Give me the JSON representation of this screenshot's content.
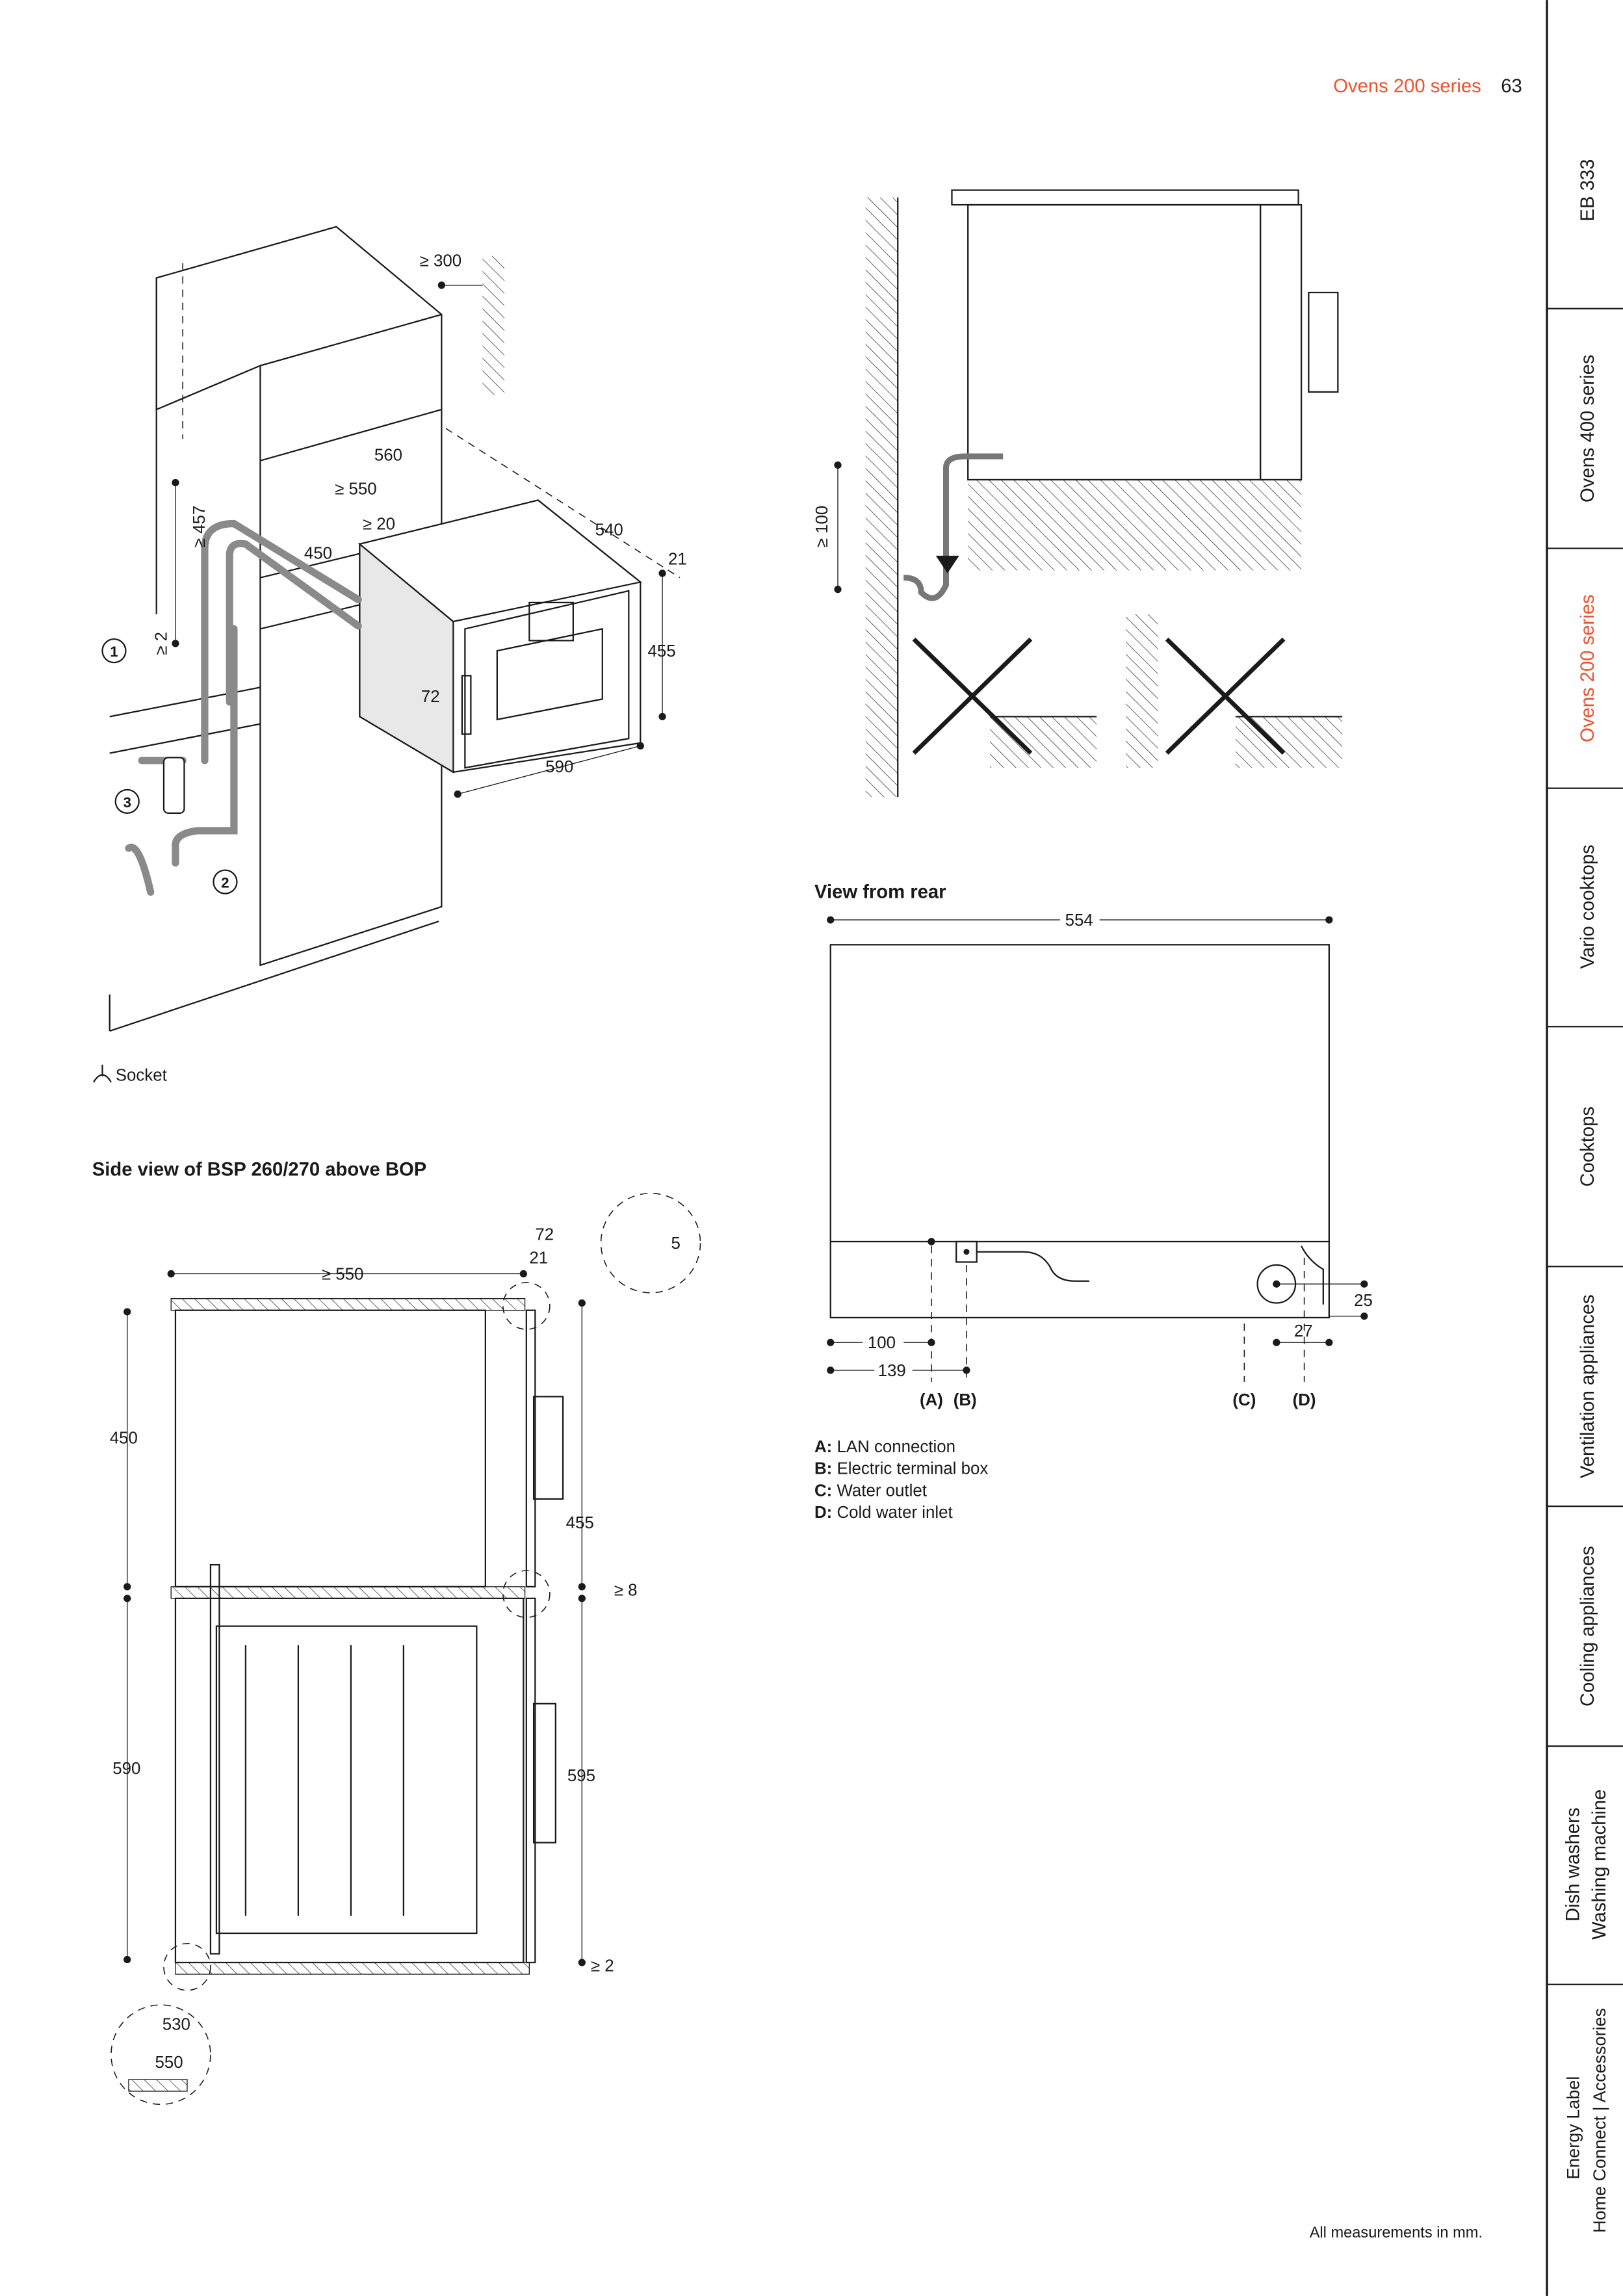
{
  "header": {
    "section": "Ovens 200 series",
    "page_number": "63"
  },
  "colors": {
    "accent": "#f0502d",
    "text": "#1a1a1a"
  },
  "sidebar": {
    "tabs": [
      {
        "label": "EB 333"
      },
      {
        "label": "Ovens 400 series"
      },
      {
        "label": "Ovens 200 series",
        "active": true
      },
      {
        "label": "Vario cooktops"
      },
      {
        "label": "Cooktops"
      },
      {
        "label": "Ventilation appliances"
      },
      {
        "label": "Cooling appliances"
      },
      {
        "label": "Dish washers",
        "label2": "Washing machine"
      },
      {
        "label": "Energy Label",
        "label2": "Home Connect | Accessories"
      }
    ]
  },
  "install_diagram": {
    "dims": {
      "d300": "≥ 300",
      "d560": "560",
      "d550": "≥ 550",
      "d20": "≥ 20",
      "d540": "540",
      "d21": "21",
      "d450": "450",
      "d457": "≥ 457",
      "d2": "≥ 2",
      "d455": "455",
      "d72": "72",
      "d590": "590"
    },
    "callouts": [
      "1",
      "2",
      "3"
    ],
    "legend": "Socket"
  },
  "side_view": {
    "title": "Side view of BSP 260/270 above BOP",
    "dims": {
      "d72": "72",
      "d21": "21",
      "d5": "5",
      "d550": "≥ 550",
      "d450": "450",
      "d455": "455",
      "d8": "≥ 8",
      "d590": "590",
      "d595": "595",
      "d2": "≥ 2",
      "d530": "530",
      "d550b": "550"
    }
  },
  "drain_diagram": {
    "dims": {
      "d100": "≥ 100"
    }
  },
  "rear_view": {
    "title": "View from rear",
    "dims": {
      "width": "554",
      "a": "100",
      "b": "139",
      "d": "27",
      "h": "25"
    },
    "markers": [
      "(A)",
      "(B)",
      "(C)",
      "(D)"
    ],
    "legend": [
      {
        "key": "A:",
        "text": "LAN connection"
      },
      {
        "key": "B:",
        "text": "Electric terminal box"
      },
      {
        "key": "C:",
        "text": "Water outlet"
      },
      {
        "key": "D:",
        "text": "Cold water inlet"
      }
    ]
  },
  "footer": {
    "note": "All measurements in mm."
  }
}
